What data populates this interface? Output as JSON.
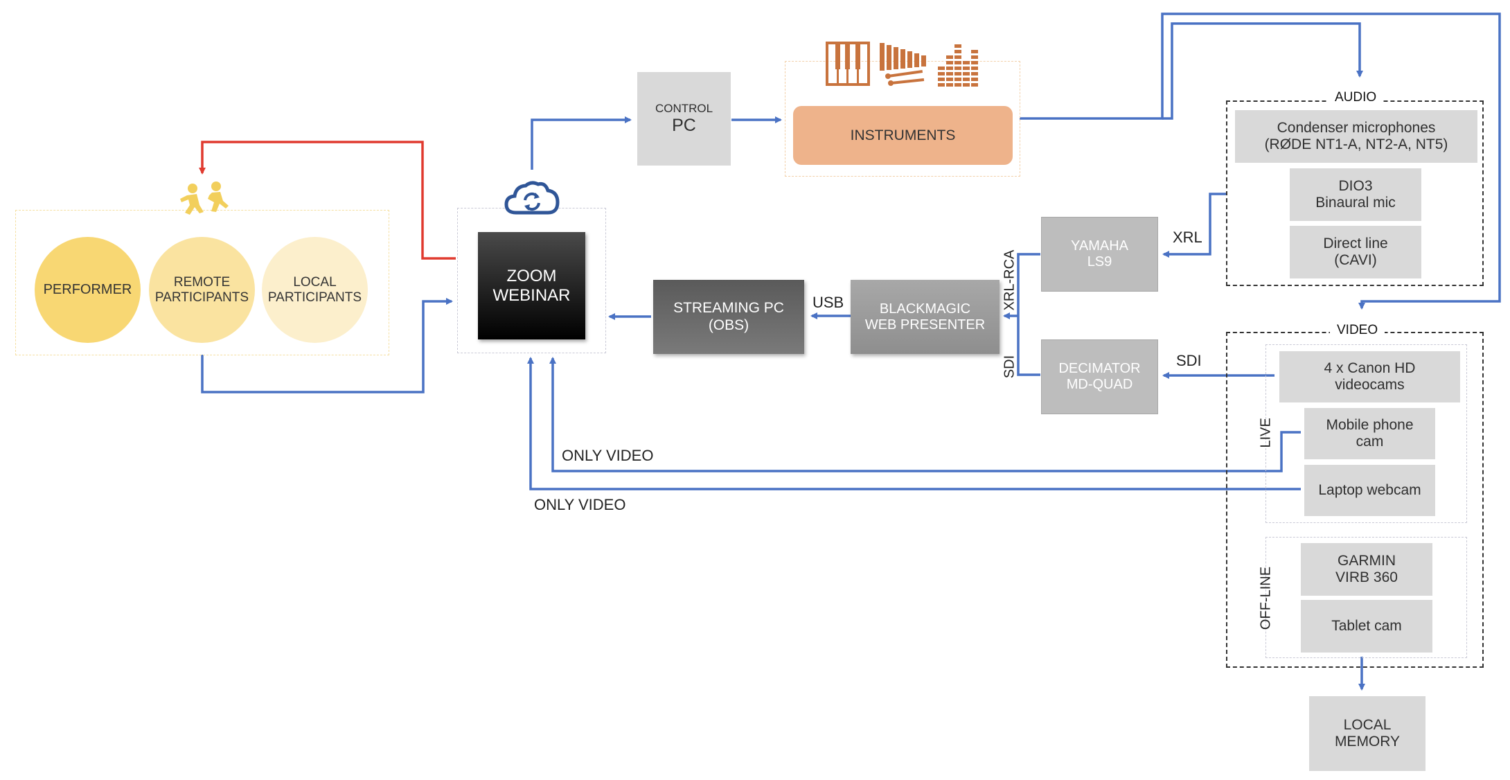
{
  "participants": {
    "performer": "PERFORMER",
    "remote": "REMOTE\nPARTICIPANTS",
    "local": "LOCAL\nPARTICIPANTS"
  },
  "zoom": {
    "label": "ZOOM\nWEBINAR"
  },
  "control_pc": {
    "small": "CONTROL",
    "big": "PC"
  },
  "instruments": {
    "label": "INSTRUMENTS"
  },
  "streaming_pc": {
    "label": "STREAMING PC\n(OBS)"
  },
  "blackmagic": {
    "label": "BLACKMAGIC\nWEB PRESENTER"
  },
  "yamaha": {
    "label": "YAMAHA\nLS9"
  },
  "decimator": {
    "label": "DECIMATOR\nMD-QUAD"
  },
  "audio": {
    "title": "AUDIO",
    "items": [
      "Condenser microphones\n(RØDE NT1-A, NT2-A, NT5)",
      "DIO3\nBinaural mic",
      "Direct line\n(CAVI)"
    ]
  },
  "video": {
    "title": "VIDEO",
    "live_label": "LIVE",
    "offline_label": "OFF-LINE",
    "live_items": [
      "4 x Canon HD\nvideocams",
      "Mobile phone\ncam",
      "Laptop webcam"
    ],
    "offline_items": [
      "GARMIN\nVIRB 360",
      "Tablet cam"
    ]
  },
  "local_memory": {
    "label": "LOCAL\nMEMORY"
  },
  "connections": {
    "usb": "USB",
    "xrl": "XRL",
    "xrl_rca": "XRL-RCA",
    "sdi_left": "SDI",
    "sdi_right": "SDI",
    "only_video_1": "ONLY VIDEO",
    "only_video_2": "ONLY VIDEO"
  },
  "colors": {
    "arrow_blue": "#4a72c4",
    "arrow_red": "#e03a2f",
    "performer": "#f8d773",
    "remote": "#fae3a0",
    "local": "#fcefcc",
    "instruments": "#eeb38b",
    "instrument_icons": "#c8733d",
    "cloud_icon": "#2f5597",
    "people_icon": "#f2cf5c"
  },
  "icons": [
    "people-icon",
    "cloud-sync-icon",
    "piano-icon",
    "xylophone-icon",
    "equalizer-icon"
  ]
}
